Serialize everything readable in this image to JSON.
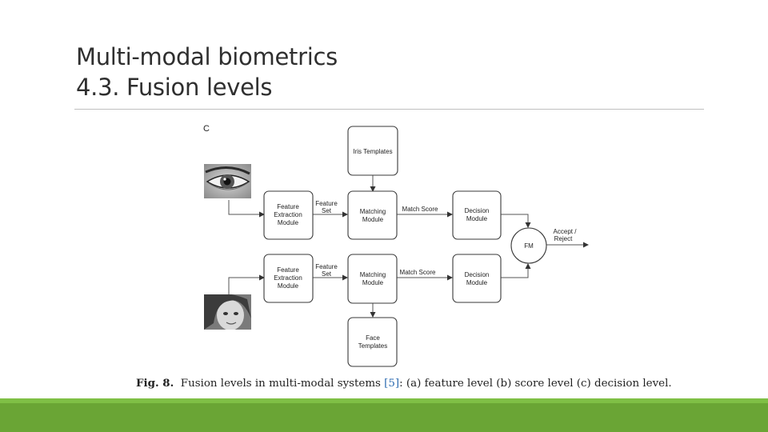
{
  "slide": {
    "title_line1": "Multi-modal biometrics",
    "title_line2": "4.3. Fusion levels"
  },
  "figure": {
    "panel_letter": "C",
    "boxes": {
      "iris_templates": "Iris Templates",
      "feature_extraction_top": [
        "Feature",
        "Extraction",
        "Module"
      ],
      "matching_top": [
        "Matching",
        "Module"
      ],
      "decision_top": [
        "Decision",
        "Module"
      ],
      "feature_extraction_bottom": [
        "Feature",
        "Extraction",
        "Module"
      ],
      "matching_bottom": [
        "Matching",
        "Module"
      ],
      "decision_bottom": [
        "Decision",
        "Module"
      ],
      "face_templates": [
        "Face",
        "Templates"
      ],
      "fusion_module": "FM"
    },
    "edge_labels": {
      "feature_set_top": [
        "Feature",
        "Set"
      ],
      "match_score_top": "Match Score",
      "feature_set_bottom": [
        "Feature",
        "Set"
      ],
      "match_score_bottom": "Match Score",
      "output": [
        "Accept /",
        "Reject"
      ]
    },
    "images": {
      "top": "eye-photo",
      "bottom": "face-photo"
    }
  },
  "caption": {
    "fig_label": "Fig. 8.",
    "text_before_ref": "Fusion levels in multi-modal systems ",
    "ref": "[5]",
    "text_after_ref": ": (a) feature level (b) score level (c) decision level."
  },
  "theme": {
    "accent": "#6aa535",
    "accent_light": "#7fbf45"
  }
}
